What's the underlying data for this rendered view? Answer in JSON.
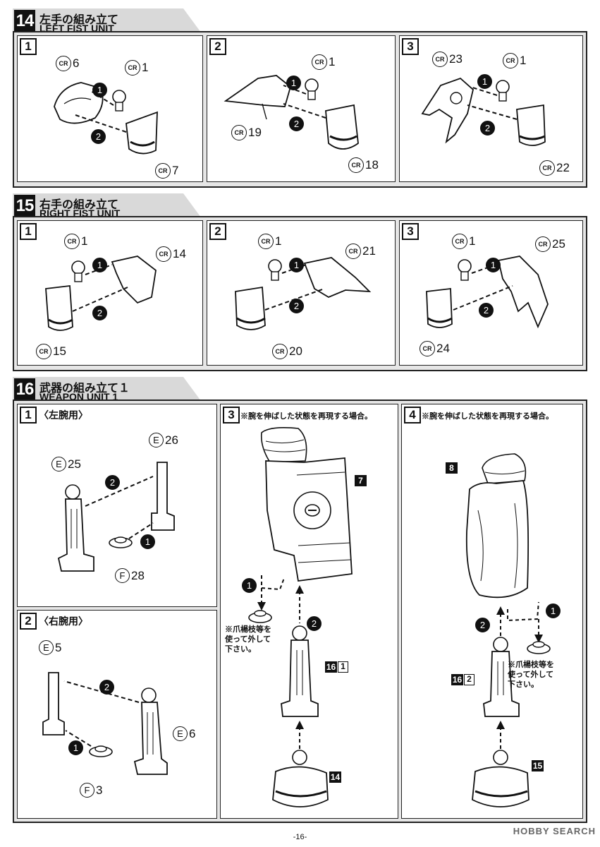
{
  "sections": [
    {
      "number": "14",
      "title_jp": "左手の組み立て",
      "title_en": "LEFT FIST UNIT",
      "steps": [
        {
          "num": "1",
          "parts": [
            {
              "prefix": "CR",
              "id": "6"
            },
            {
              "prefix": "CR",
              "id": "1"
            },
            {
              "prefix": "CR",
              "id": "7"
            }
          ]
        },
        {
          "num": "2",
          "parts": [
            {
              "prefix": "CR",
              "id": "1"
            },
            {
              "prefix": "CR",
              "id": "19"
            },
            {
              "prefix": "CR",
              "id": "18"
            }
          ]
        },
        {
          "num": "3",
          "parts": [
            {
              "prefix": "CR",
              "id": "23"
            },
            {
              "prefix": "CR",
              "id": "1"
            },
            {
              "prefix": "CR",
              "id": "22"
            }
          ]
        }
      ]
    },
    {
      "number": "15",
      "title_jp": "右手の組み立て",
      "title_en": "RIGHT FIST UNIT",
      "steps": [
        {
          "num": "1",
          "parts": [
            {
              "prefix": "CR",
              "id": "1"
            },
            {
              "prefix": "CR",
              "id": "14"
            },
            {
              "prefix": "CR",
              "id": "15"
            }
          ]
        },
        {
          "num": "2",
          "parts": [
            {
              "prefix": "CR",
              "id": "1"
            },
            {
              "prefix": "CR",
              "id": "21"
            },
            {
              "prefix": "CR",
              "id": "20"
            }
          ]
        },
        {
          "num": "3",
          "parts": [
            {
              "prefix": "CR",
              "id": "1"
            },
            {
              "prefix": "CR",
              "id": "25"
            },
            {
              "prefix": "CR",
              "id": "24"
            }
          ]
        }
      ]
    },
    {
      "number": "16",
      "title_jp": "武器の組み立て１",
      "title_en": "WEAPON UNIT 1",
      "steps": [
        {
          "num": "1",
          "caption": "〈左腕用〉",
          "parts": [
            {
              "prefix": "E",
              "id": "26"
            },
            {
              "prefix": "E",
              "id": "25"
            },
            {
              "prefix": "F",
              "id": "28"
            }
          ]
        },
        {
          "num": "2",
          "caption": "〈右腕用〉",
          "parts": [
            {
              "prefix": "E",
              "id": "5"
            },
            {
              "prefix": "E",
              "id": "6"
            },
            {
              "prefix": "F",
              "id": "3"
            }
          ]
        },
        {
          "num": "3",
          "note": "※腕を伸ばした状態を再現する場合。",
          "refs": {
            "sub_top": "7",
            "sub_mid_a": "16",
            "sub_mid_b": "1",
            "sub_bottom": "14"
          },
          "warning": [
            "※爪楊枝等を",
            "使って外して",
            "下さい。"
          ]
        },
        {
          "num": "4",
          "note": "※腕を伸ばした状態を再現する場合。",
          "refs": {
            "sub_top": "8",
            "sub_mid_a": "16",
            "sub_mid_b": "2",
            "sub_bottom": "15"
          },
          "warning": [
            "※爪楊枝等を",
            "使って外して",
            "下さい。"
          ]
        }
      ]
    }
  ],
  "order_markers": [
    "1",
    "2"
  ],
  "page_number": "-16-",
  "watermark": "HOBBY SEARCH"
}
